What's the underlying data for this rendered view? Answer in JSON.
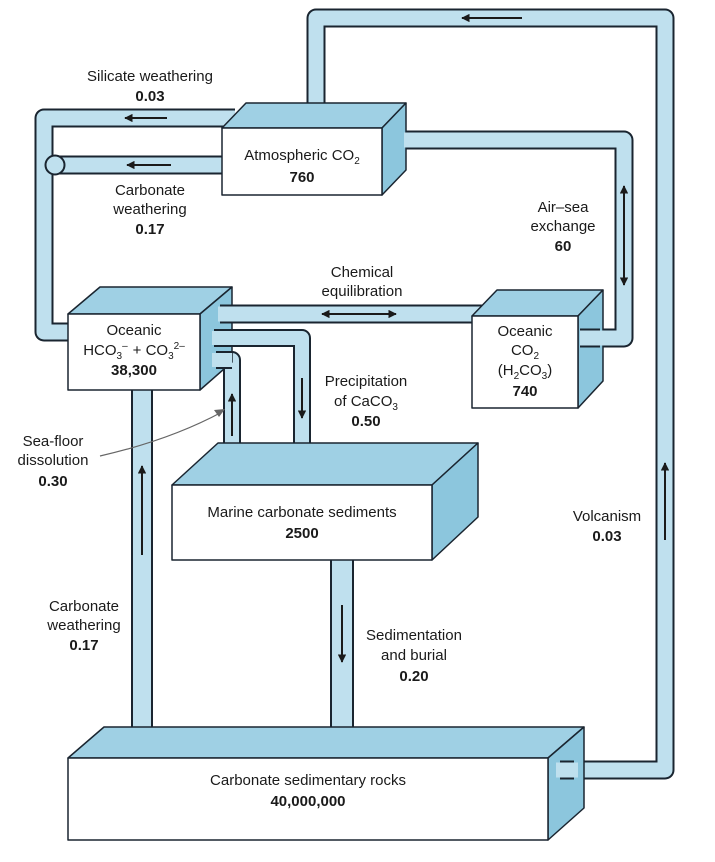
{
  "boxes": {
    "atmospheric": {
      "name_prefix": "Atmospheric CO",
      "sub": "2",
      "value": "760"
    },
    "oceanic_carbonate": {
      "line1": "Oceanic",
      "hco": "HCO",
      "hco_sub": "3",
      "hco_sup": "–",
      "plus": "+ CO",
      "co_sub": "3",
      "co_sup": "2–",
      "value": "38,300"
    },
    "oceanic_co2": {
      "line1": "Oceanic",
      "co": "CO",
      "co_sub": "2",
      "h2co3_open": "(H",
      "h2co3_sub1": "2",
      "h2co3_mid": "CO",
      "h2co3_sub2": "3",
      "h2co3_close": ")",
      "value": "740"
    },
    "marine_sediments": {
      "name": "Marine carbonate sediments",
      "value": "2500"
    },
    "sedimentary_rocks": {
      "name": "Carbonate sedimentary rocks",
      "value": "40,000,000"
    }
  },
  "fluxes": {
    "silicate_weathering": {
      "label": "Silicate weathering",
      "value": "0.03"
    },
    "carbonate_weathering_top": {
      "line1": "Carbonate",
      "line2": "weathering",
      "value": "0.17"
    },
    "air_sea": {
      "line1": "Air–sea",
      "line2": "exchange",
      "value": "60"
    },
    "chemical_equilibration": {
      "line1": "Chemical",
      "line2": "equilibration"
    },
    "precipitation": {
      "line1": "Precipitation",
      "line2": "of CaCO",
      "sub": "3",
      "value": "0.50"
    },
    "sea_floor": {
      "line1": "Sea-floor",
      "line2": "dissolution",
      "value": "0.30"
    },
    "volcanism": {
      "label": "Volcanism",
      "value": "0.03"
    },
    "carbonate_weathering_bottom": {
      "line1": "Carbonate",
      "line2": "weathering",
      "value": "0.17"
    },
    "sedimentation": {
      "line1": "Sedimentation",
      "line2": "and burial",
      "value": "0.20"
    }
  },
  "colors": {
    "pipe_fill": "#bfe0ee",
    "pipe_stroke": "#1a2530",
    "box_front": "#ffffff",
    "box_top": "#9fd0e4",
    "box_side": "#8cc6dd",
    "arrow": "#1a1a1a"
  }
}
